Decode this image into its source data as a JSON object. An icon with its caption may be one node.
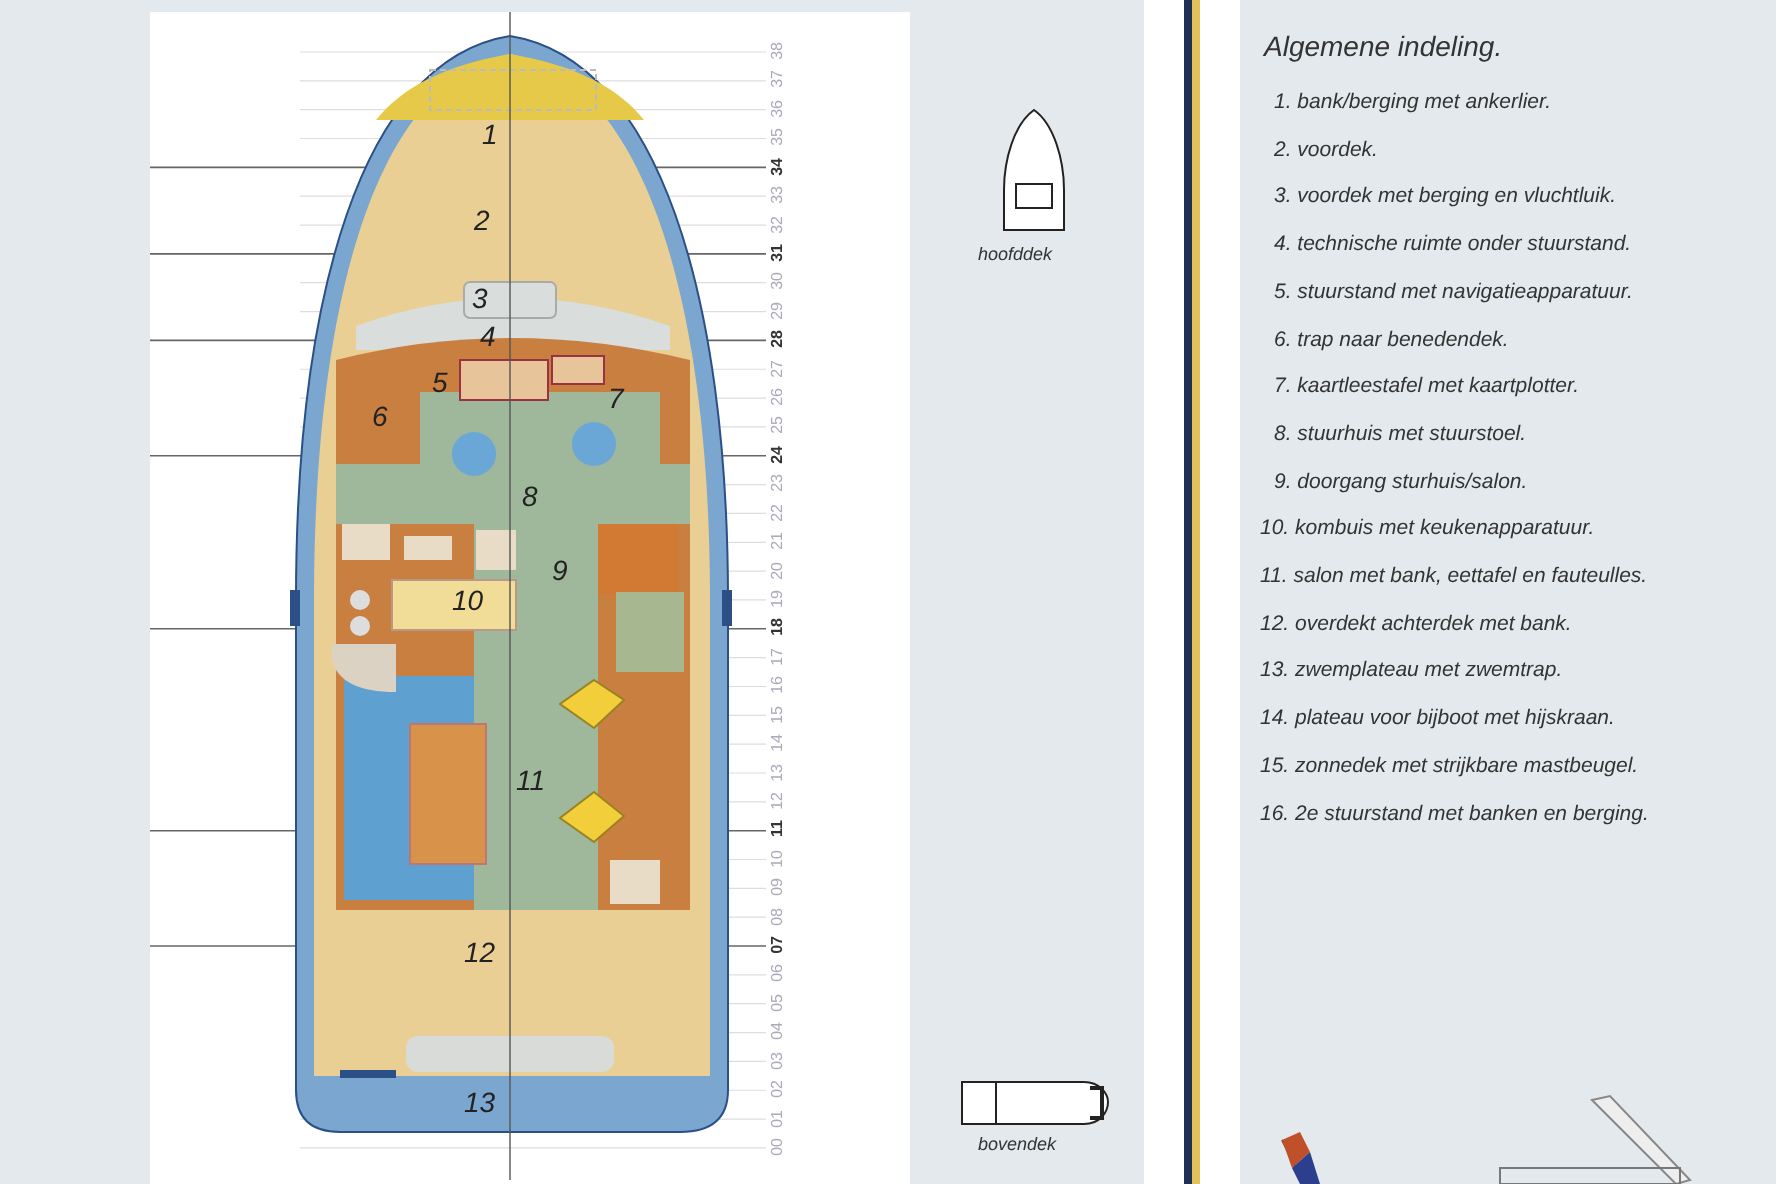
{
  "diagram": {
    "title": "Algemene indeling.",
    "labels": [
      "1",
      "2",
      "3",
      "4",
      "5",
      "6",
      "7",
      "8",
      "9",
      "10",
      "11",
      "12",
      "13",
      "38",
      "37",
      "36",
      "35",
      "34",
      "33",
      "32",
      "31",
      "30",
      "29",
      "28",
      "27",
      "26",
      "25",
      "24",
      "23",
      "22",
      "21",
      "20",
      "19",
      "18",
      "17",
      "16",
      "15",
      "14",
      "13",
      "12",
      "11",
      "10",
      "09",
      "08",
      "07",
      "06",
      "05",
      "04",
      "03",
      "02",
      "01",
      "00",
      "hoofddek",
      "bovendek",
      "1. bank/berging met ankerlier.",
      "2. voordek.",
      "3. voordek met berging en vluchtluik.",
      "4. technische ruimte onder stuurstand.",
      "5. stuurstand met navigatieapparatuur.",
      "6. trap naar benedendek.",
      "7. kaartleestafel met kaartplotter.",
      "8. stuurhuis met stuurstoel.",
      "9. doorgang sturhuis/salon.",
      "10. kombuis met keukenapparatuur.",
      "11. salon met bank, eettafel en fauteulles.",
      "12. overdekt achterdek met bank.",
      "13. zwemplateau met zwemtrap.",
      "14. plateau voor bijboot met hijskraan.",
      "15. zonnedek met strijkbare mastbeugel.",
      "16. 2e stuurstand met banken en berging."
    ]
  }
}
